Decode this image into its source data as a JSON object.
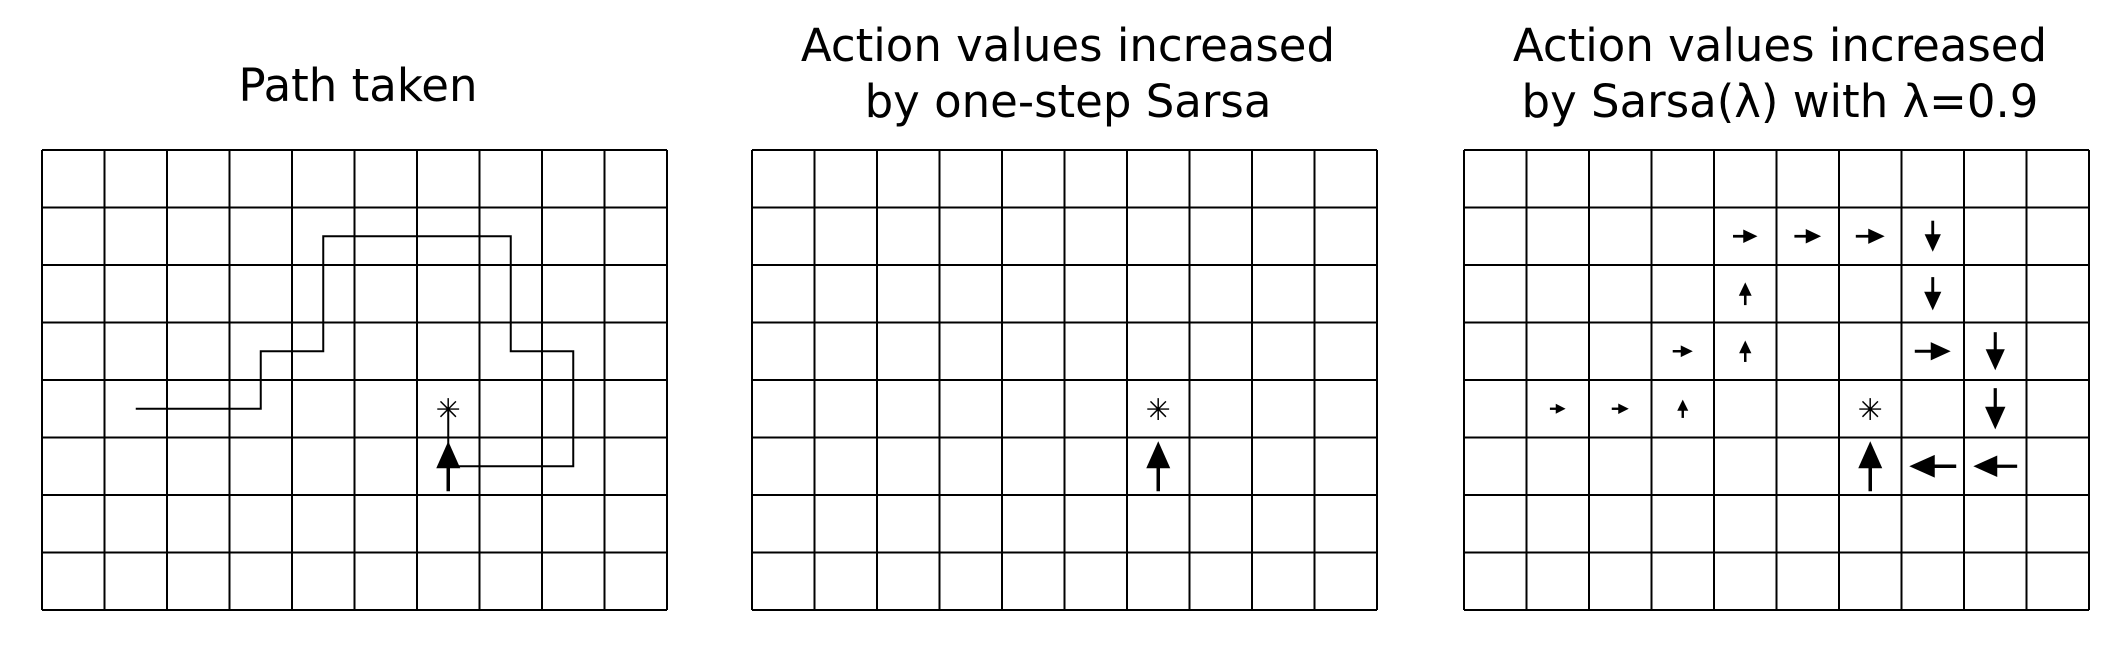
{
  "grid": {
    "cols": 10,
    "rows": 8
  },
  "panels": [
    {
      "id": "path-taken",
      "title_lines": [
        "Path taken"
      ],
      "goal": {
        "col": 6,
        "row": 4,
        "symbol": "✳"
      },
      "path": [
        [
          1.5,
          4.5
        ],
        [
          3.5,
          4.5
        ],
        [
          3.5,
          3.5
        ],
        [
          4.5,
          3.5
        ],
        [
          4.5,
          1.5
        ],
        [
          7.5,
          1.5
        ],
        [
          7.5,
          3.5
        ],
        [
          8.5,
          3.5
        ],
        [
          8.5,
          5.5
        ],
        [
          6.5,
          5.5
        ],
        [
          6.5,
          4.5
        ]
      ],
      "arrows": [
        {
          "col": 6,
          "row": 5,
          "dir": "up",
          "size": 1.0
        }
      ]
    },
    {
      "id": "one-step-sarsa",
      "title_lines": [
        "Action values increased",
        "by one-step Sarsa"
      ],
      "goal": {
        "col": 6,
        "row": 4,
        "symbol": "✳"
      },
      "path": [],
      "arrows": [
        {
          "col": 6,
          "row": 5,
          "dir": "up",
          "size": 1.0
        }
      ]
    },
    {
      "id": "sarsa-lambda",
      "title_lines": [
        "Action values increased",
        "by Sarsa(λ) with λ=0.9"
      ],
      "goal": {
        "col": 6,
        "row": 4,
        "symbol": "✳"
      },
      "path": [],
      "arrows": [
        {
          "col": 1,
          "row": 4,
          "dir": "right",
          "size": 0.22
        },
        {
          "col": 2,
          "row": 4,
          "dir": "right",
          "size": 0.25
        },
        {
          "col": 3,
          "row": 4,
          "dir": "up",
          "size": 0.28
        },
        {
          "col": 3,
          "row": 3,
          "dir": "right",
          "size": 0.32
        },
        {
          "col": 4,
          "row": 3,
          "dir": "up",
          "size": 0.35
        },
        {
          "col": 4,
          "row": 2,
          "dir": "up",
          "size": 0.38
        },
        {
          "col": 4,
          "row": 1,
          "dir": "right",
          "size": 0.42
        },
        {
          "col": 5,
          "row": 1,
          "dir": "right",
          "size": 0.47
        },
        {
          "col": 6,
          "row": 1,
          "dir": "right",
          "size": 0.52
        },
        {
          "col": 7,
          "row": 1,
          "dir": "down",
          "size": 0.57
        },
        {
          "col": 7,
          "row": 2,
          "dir": "down",
          "size": 0.62
        },
        {
          "col": 7,
          "row": 3,
          "dir": "right",
          "size": 0.68
        },
        {
          "col": 8,
          "row": 3,
          "dir": "down",
          "size": 0.73
        },
        {
          "col": 8,
          "row": 4,
          "dir": "down",
          "size": 0.8
        },
        {
          "col": 8,
          "row": 5,
          "dir": "left",
          "size": 0.86
        },
        {
          "col": 7,
          "row": 5,
          "dir": "left",
          "size": 0.93
        },
        {
          "col": 6,
          "row": 5,
          "dir": "up",
          "size": 1.0
        }
      ]
    }
  ]
}
